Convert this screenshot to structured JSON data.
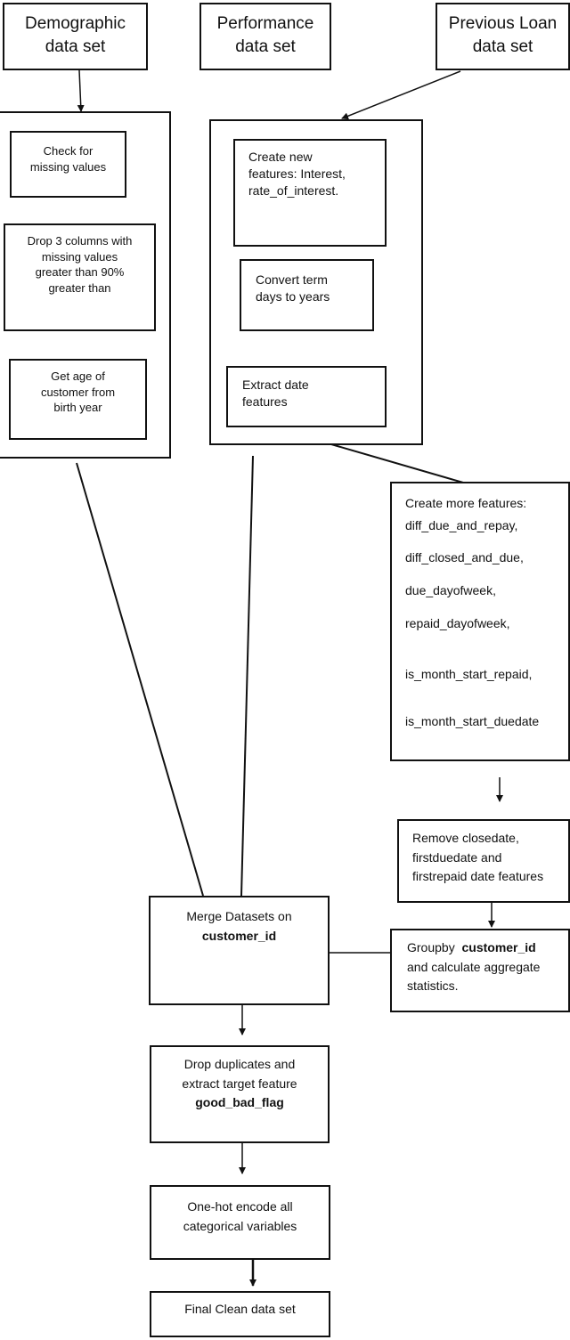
{
  "sources": {
    "demographic": "Demographic\ndata set",
    "performance": "Performance\ndata set",
    "previous_loan": "Previous Loan\ndata set"
  },
  "demographic_steps": {
    "missing": "Check for\nmissing values",
    "drop": "Drop 3 columns with\nmissing values\ngreater than 90%\ngreater than",
    "age": "Get age of\ncustomer from\nbirth year"
  },
  "performance_steps": {
    "new_features": "Create new\nfeatures: Interest,\nrate_of_interest.",
    "convert_term": "Convert term\ndays to years",
    "extract_date": "Extract date\nfeatures"
  },
  "more_features": {
    "title": "Create more features:",
    "items": [
      "diff_due_and_repay,",
      "diff_closed_and_due,",
      "due_dayofweek,",
      "repaid_dayofweek,",
      "is_month_start_repaid,",
      "is_month_start_duedate"
    ]
  },
  "remove_dates": "Remove closedate,\nfirstduedate and\nfirstrepaid date features",
  "groupby": {
    "prefix": "Groupby",
    "key": "customer_id",
    "suffix": "and calculate aggregate\nstatistics."
  },
  "merge": {
    "line1": "Merge Datasets on",
    "key": "customer_id"
  },
  "drop_dups": {
    "text": "Drop duplicates and\nextract target feature",
    "key": "good_bad_flag"
  },
  "onehot": "One-hot encode all\ncategorical variables",
  "final": "Final Clean data set"
}
